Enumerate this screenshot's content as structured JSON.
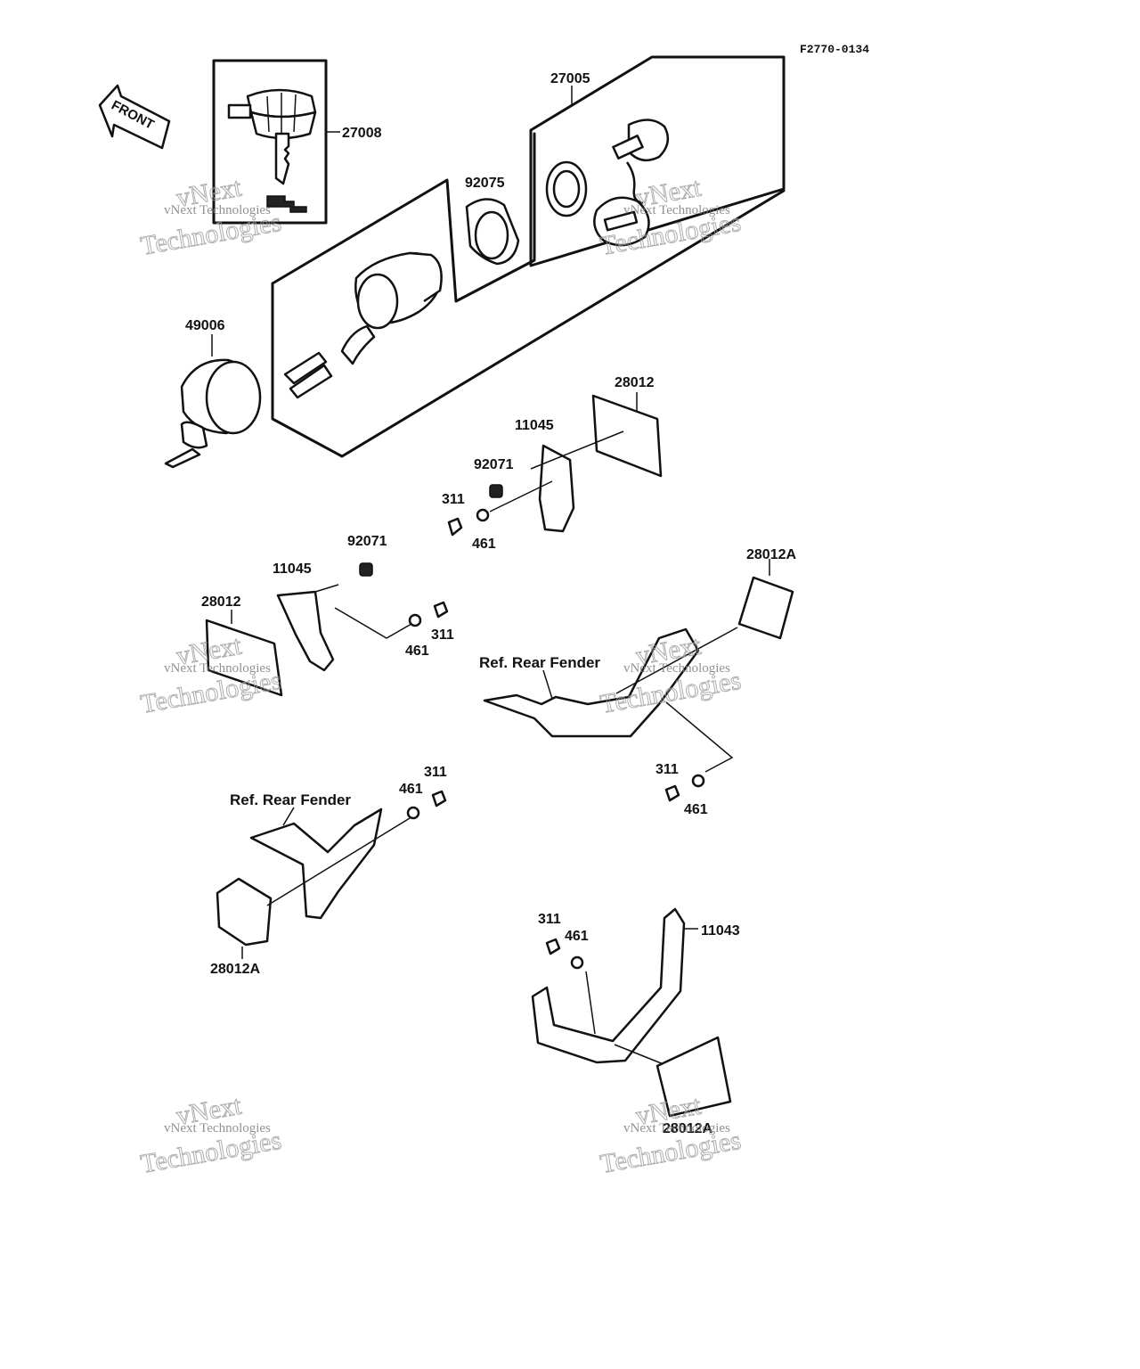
{
  "diagram": {
    "code": "F2770-0134",
    "front_label": "FRONT",
    "labels": {
      "p27008": "27008",
      "p27005": "27005",
      "p92075": "92075",
      "p49006": "49006",
      "p28012_a": "28012",
      "p11045_a": "11045",
      "p92071_a": "92071",
      "p311_a": "311",
      "p461_a": "461",
      "p92071_b": "92071",
      "p11045_b": "11045",
      "p28012_b": "28012",
      "p461_b": "461",
      "p311_b": "311",
      "p28012A_a": "28012A",
      "ref_rear_fender_a": "Ref. Rear Fender",
      "p311_c": "311",
      "p461_c": "461",
      "p311_d": "311",
      "p461_d": "461",
      "ref_rear_fender_b": "Ref. Rear Fender",
      "p28012A_b": "28012A",
      "p311_e": "311",
      "p461_e": "461",
      "p11043": "11043",
      "p28012A_c": "28012A"
    },
    "watermark": {
      "line1": "vNext",
      "line2": "vNext Technologies",
      "line3": "Technologies"
    }
  }
}
